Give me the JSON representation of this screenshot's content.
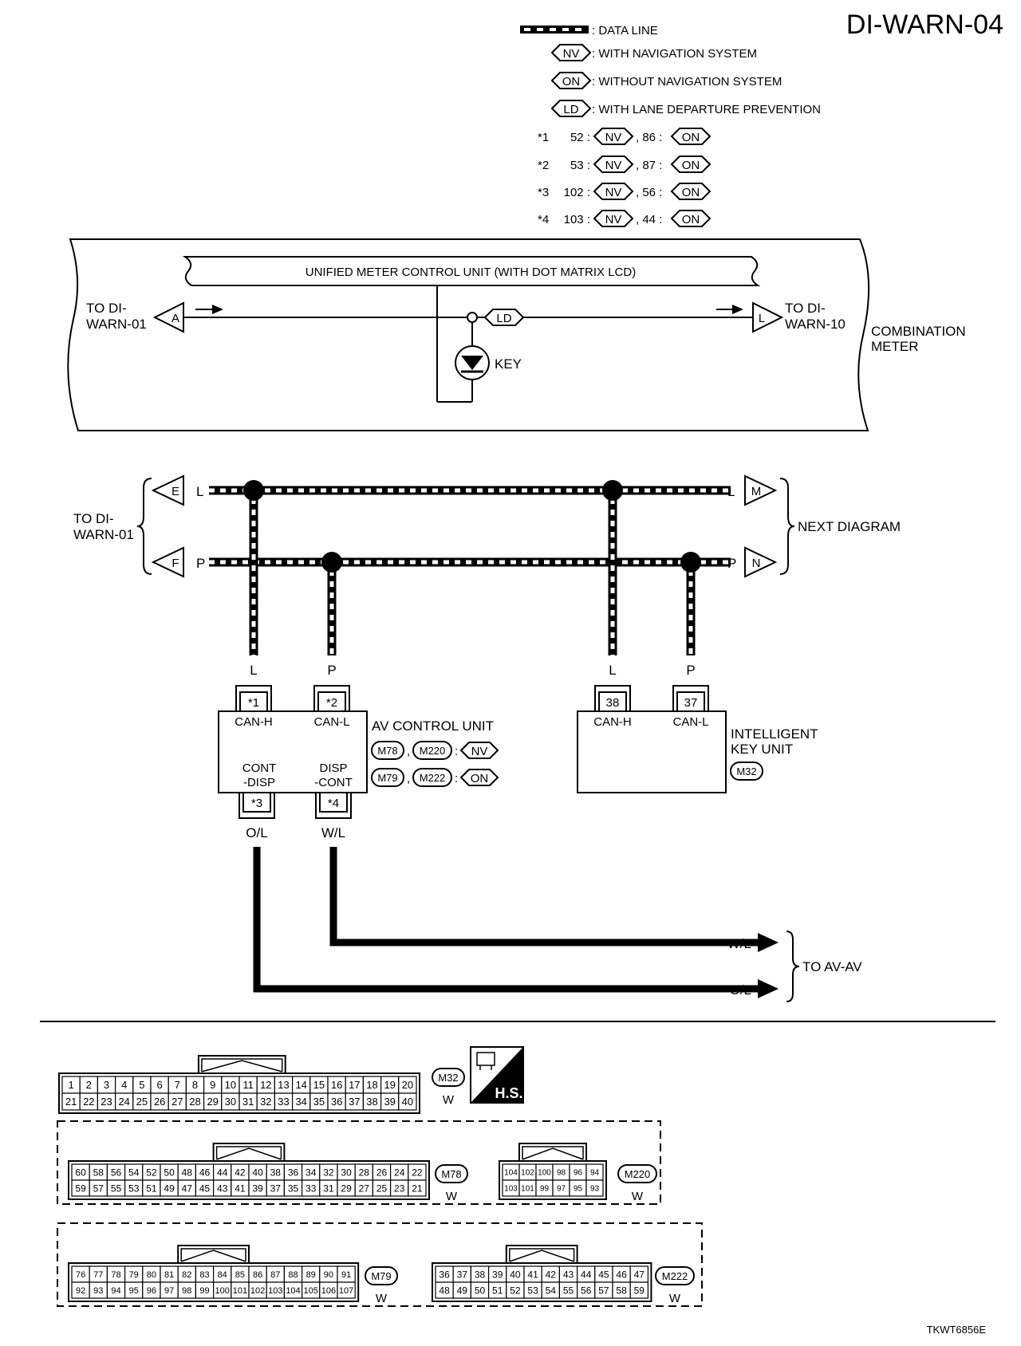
{
  "title": "DI-WARN-04",
  "footer_code": "TKWT6856E",
  "legend": {
    "data_line": ": DATA LINE",
    "nv_tag": "NV",
    "nv_text": ": WITH NAVIGATION SYSTEM",
    "on_tag": "ON",
    "on_text": ": WITHOUT NAVIGATION SYSTEM",
    "ld_tag": "LD",
    "ld_text": ": WITH LANE DEPARTURE PREVENTION",
    "notes": [
      {
        "mark": "*1",
        "nv_pin": "52 :",
        "sep": ", 86 :"
      },
      {
        "mark": "*2",
        "nv_pin": "53 :",
        "sep": ", 87 :"
      },
      {
        "mark": "*3",
        "nv_pin": "102 :",
        "sep": ", 56 :"
      },
      {
        "mark": "*4",
        "nv_pin": "103 :",
        "sep": ", 44 :"
      }
    ]
  },
  "meter": {
    "unit_title": "UNIFIED METER CONTROL UNIT (WITH DOT MATRIX LCD)",
    "to_left_1": "TO DI-",
    "to_left_2": "WARN-01",
    "conn_a": "A",
    "to_right_1": "TO DI-",
    "to_right_2": "WARN-10",
    "conn_l": "L",
    "ld_tag": "LD",
    "key_label": "KEY",
    "combo_1": "COMBINATION",
    "combo_2": "METER"
  },
  "bus": {
    "conn_e": "E",
    "conn_f": "F",
    "conn_m": "M",
    "conn_n": "N",
    "wire_l": "L",
    "wire_p": "P",
    "to_left_1": "TO DI-",
    "to_left_2": "WARN-01",
    "next_diagram": "NEXT DIAGRAM"
  },
  "av_unit": {
    "name": "AV CONTROL UNIT",
    "pin1": "*1",
    "pin2": "*2",
    "pin3": "*3",
    "pin4": "*4",
    "can_h": "CAN-H",
    "can_l": "CAN-L",
    "cont_1": "CONT",
    "cont_2": "-DISP",
    "disp_1": "DISP",
    "disp_2": "-CONT",
    "conn_m78": "M78",
    "conn_m220": "M220",
    "conn_m79": "M79",
    "conn_m222": "M222",
    "nv_tag": "NV",
    "on_tag": "ON",
    "comma": ",",
    "colon": ":",
    "wire_cont": "O/L",
    "wire_disp": "W/L"
  },
  "key_unit": {
    "name_1": "INTELLIGENT",
    "name_2": "KEY UNIT",
    "conn": "M32",
    "pin_h": "38",
    "pin_l": "37",
    "can_h": "CAN-H",
    "can_l": "CAN-L"
  },
  "av_out": {
    "wire_wl": "W/L",
    "wire_ol": "O/L",
    "to_av": "TO AV-AV"
  },
  "connectors": {
    "m32": {
      "id": "M32",
      "color": "W",
      "top": [
        "1",
        "2",
        "3",
        "4",
        "5",
        "6",
        "7",
        "8",
        "9",
        "10",
        "11",
        "12",
        "13",
        "14",
        "15",
        "16",
        "17",
        "18",
        "19",
        "20"
      ],
      "bottom": [
        "21",
        "22",
        "23",
        "24",
        "25",
        "26",
        "27",
        "28",
        "29",
        "30",
        "31",
        "32",
        "33",
        "34",
        "35",
        "36",
        "37",
        "38",
        "39",
        "40"
      ]
    },
    "m78": {
      "id": "M78",
      "color": "W",
      "top": [
        "60",
        "58",
        "56",
        "54",
        "52",
        "50",
        "48",
        "46",
        "44",
        "42",
        "40",
        "38",
        "36",
        "34",
        "32",
        "30",
        "28",
        "26",
        "24",
        "22"
      ],
      "bottom": [
        "59",
        "57",
        "55",
        "53",
        "51",
        "49",
        "47",
        "45",
        "43",
        "41",
        "39",
        "37",
        "35",
        "33",
        "31",
        "29",
        "27",
        "25",
        "23",
        "21"
      ]
    },
    "m220": {
      "id": "M220",
      "color": "W",
      "top": [
        "104",
        "102",
        "100",
        "98",
        "96",
        "94"
      ],
      "bottom": [
        "103",
        "101",
        "99",
        "97",
        "95",
        "93"
      ]
    },
    "m79": {
      "id": "M79",
      "color": "W",
      "top": [
        "76",
        "77",
        "78",
        "79",
        "80",
        "81",
        "82",
        "83",
        "84",
        "85",
        "86",
        "87",
        "88",
        "89",
        "90",
        "91"
      ],
      "bottom": [
        "92",
        "93",
        "94",
        "95",
        "96",
        "97",
        "98",
        "99",
        "100",
        "101",
        "102",
        "103",
        "104",
        "105",
        "106",
        "107"
      ]
    },
    "m222": {
      "id": "M222",
      "color": "W",
      "top": [
        "36",
        "37",
        "38",
        "39",
        "40",
        "41",
        "42",
        "43",
        "44",
        "45",
        "46",
        "47"
      ],
      "bottom": [
        "48",
        "49",
        "50",
        "51",
        "52",
        "53",
        "54",
        "55",
        "56",
        "57",
        "58",
        "59"
      ]
    },
    "hs_label": "H.S."
  },
  "colors": {
    "ink": "#000000",
    "paper": "#ffffff"
  }
}
